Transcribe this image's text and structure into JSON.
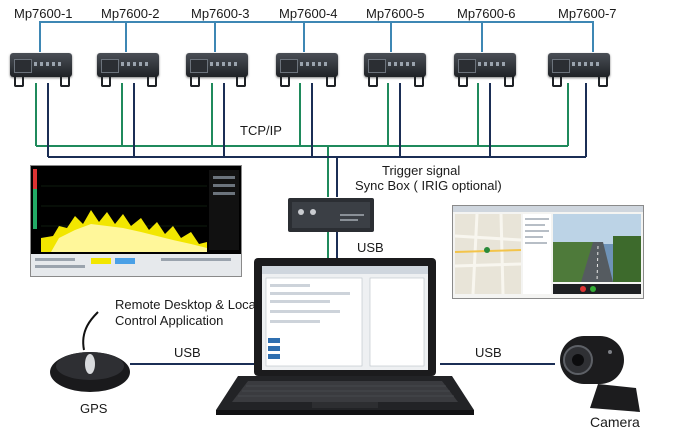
{
  "devices": [
    {
      "label": "Mp7600-1"
    },
    {
      "label": "Mp7600-2"
    },
    {
      "label": "Mp7600-3"
    },
    {
      "label": "Mp7600-4"
    },
    {
      "label": "Mp7600-5"
    },
    {
      "label": "Mp7600-6"
    },
    {
      "label": "Mp7600-7"
    }
  ],
  "labels": {
    "tcp_ip": "TCP/IP",
    "trigger_signal": "Trigger signal",
    "sync_box": "Sync Box ( IRIG optional)",
    "usb_sync": "USB",
    "usb_gps": "USB",
    "usb_camera": "USB",
    "remote_desktop_line1": "Remote Desktop & Local",
    "remote_desktop_line2": "Control Application",
    "gps": "GPS",
    "camera": "Camera"
  },
  "colors": {
    "blue_link": "#3e87b4",
    "green_link": "#1f8a5c",
    "navy_link": "#1b2e55",
    "device_body": "#2b2e33",
    "spectrum_bg": "#000000",
    "spectrum_trace": "#f2e600"
  }
}
